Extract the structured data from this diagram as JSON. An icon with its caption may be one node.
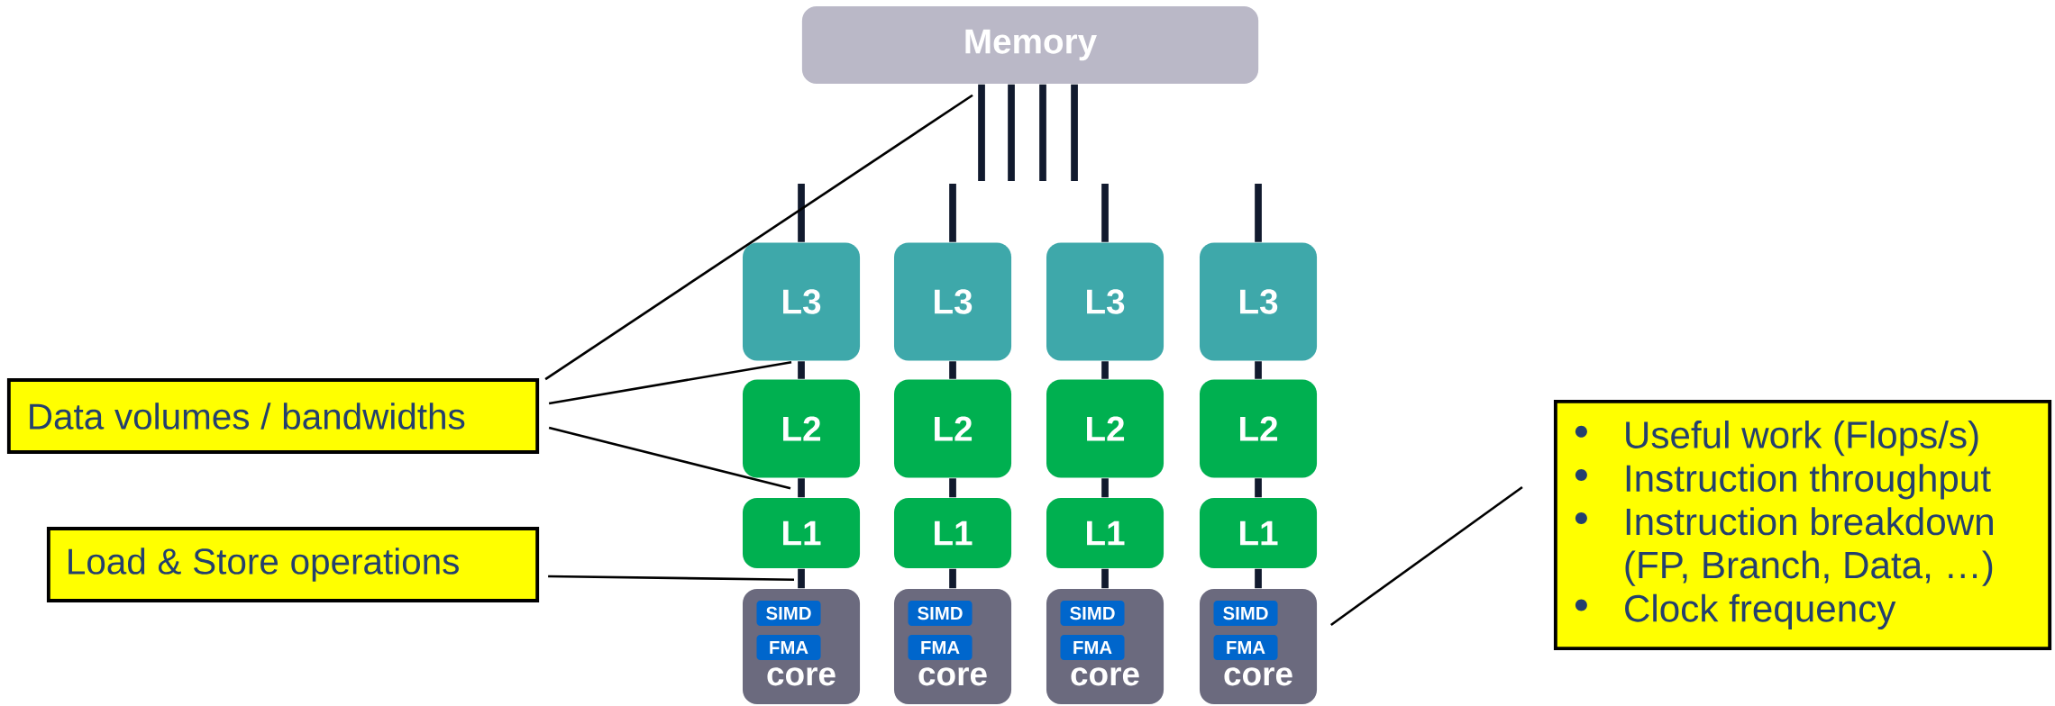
{
  "diagram": {
    "nodes": [
      {
        "text": [
          "Memory"
        ]
      },
      {
        "text": [
          "L3"
        ]
      },
      {
        "text": [
          "L3"
        ]
      },
      {
        "text": [
          "L3"
        ]
      },
      {
        "text": [
          "L3"
        ]
      },
      {
        "text": [
          "L2"
        ]
      },
      {
        "text": [
          "L2"
        ]
      },
      {
        "text": [
          "L2"
        ]
      },
      {
        "text": [
          "L2"
        ]
      },
      {
        "text": [
          "L1"
        ]
      },
      {
        "text": [
          "L1"
        ]
      },
      {
        "text": [
          "L1"
        ]
      },
      {
        "text": [
          "L1"
        ]
      },
      {
        "text": [
          "core"
        ]
      },
      {
        "text": [
          "SIMD"
        ],
        "in": 13
      },
      {
        "text": [
          "FMA"
        ],
        "in": 13
      },
      {
        "text": [
          "core"
        ]
      },
      {
        "text": [
          "SIMD"
        ],
        "in": 16
      },
      {
        "text": [
          "FMA"
        ],
        "in": 16
      },
      {
        "text": [
          "core"
        ]
      },
      {
        "text": [
          "SIMD"
        ],
        "in": 19
      },
      {
        "text": [
          "FMA"
        ],
        "in": 19
      },
      {
        "text": [
          "core"
        ]
      },
      {
        "text": [
          "SIMD"
        ],
        "in": 22
      },
      {
        "text": [
          "FMA"
        ],
        "in": 22
      },
      {
        "text": [
          "Data volumes / bandwidths"
        ]
      },
      {
        "text": [
          "Load & Store operations"
        ]
      },
      {
        "text": [
          "Useful work (Flops/s)",
          "Instruction throughput",
          "Instruction breakdown (FP, Branch, Data, …)",
          "Clock frequency"
        ]
      }
    ],
    "edges": [
      {
        "from": 0,
        "to": null,
        "arrow": "none"
      },
      {
        "from": 0,
        "to": null,
        "arrow": "none"
      },
      {
        "from": 0,
        "to": null,
        "arrow": "none"
      },
      {
        "from": 0,
        "to": null,
        "arrow": "none"
      },
      {
        "from": null,
        "to": 1,
        "arrow": "none"
      },
      {
        "from": null,
        "to": 2,
        "arrow": "none"
      },
      {
        "from": null,
        "to": 3,
        "arrow": "none"
      },
      {
        "from": null,
        "to": 4,
        "arrow": "none"
      },
      {
        "from": 1,
        "to": 5,
        "arrow": "none"
      },
      {
        "from": 5,
        "to": 9,
        "arrow": "none"
      },
      {
        "from": 9,
        "to": 13,
        "arrow": "none"
      },
      {
        "from": 2,
        "to": 6,
        "arrow": "none"
      },
      {
        "from": 6,
        "to": 10,
        "arrow": "none"
      },
      {
        "from": 10,
        "to": 16,
        "arrow": "none"
      },
      {
        "from": 3,
        "to": 7,
        "arrow": "none"
      },
      {
        "from": 7,
        "to": 11,
        "arrow": "none"
      },
      {
        "from": 11,
        "to": 19,
        "arrow": "none"
      },
      {
        "from": 4,
        "to": 8,
        "arrow": "none"
      },
      {
        "from": 8,
        "to": 12,
        "arrow": "none"
      },
      {
        "from": 12,
        "to": 22,
        "arrow": "none"
      },
      {
        "from": 25,
        "to": 0,
        "arrow": "none"
      },
      {
        "from": 25,
        "to": 1,
        "arrow": "none"
      },
      {
        "from": 25,
        "to": 9,
        "arrow": "none"
      },
      {
        "from": 26,
        "to": 9,
        "arrow": "none"
      },
      {
        "from": 27,
        "to": 22,
        "arrow": "none"
      }
    ]
  }
}
